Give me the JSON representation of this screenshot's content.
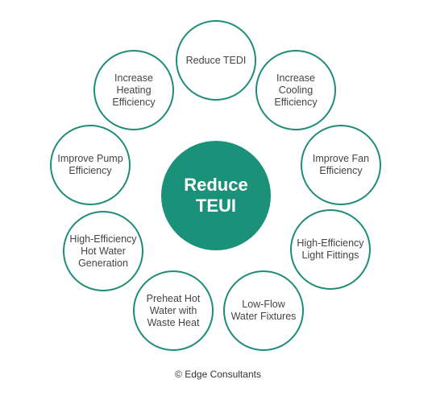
{
  "colors": {
    "accent": "#1e8c78",
    "center_fill": "#1a9178",
    "text": "#444444"
  },
  "center": {
    "label": "Reduce\nTEUI"
  },
  "nodes": [
    {
      "label": "Reduce TEDI"
    },
    {
      "label": "Increase\nCooling\nEfficiency"
    },
    {
      "label": "Improve Fan\nEfficiency"
    },
    {
      "label": "High-Efficiency\nLight Fittings"
    },
    {
      "label": "Low-Flow\nWater Fixtures"
    },
    {
      "label": "Preheat Hot\nWater with\nWaste Heat"
    },
    {
      "label": "High-Efficiency\nHot Water\nGeneration"
    },
    {
      "label": "Improve Pump\nEfficiency"
    },
    {
      "label": "Increase\nHeating\nEfficiency"
    }
  ],
  "footer": {
    "copyright": "© Edge Consultants"
  }
}
